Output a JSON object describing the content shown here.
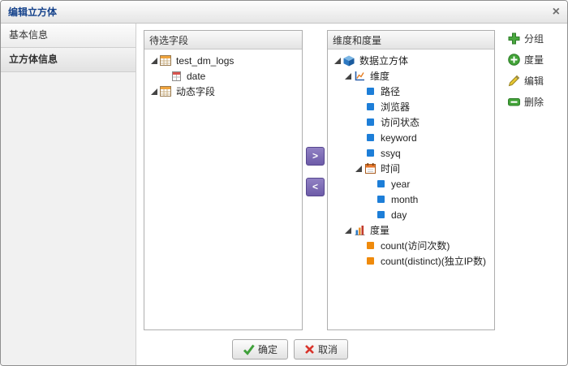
{
  "dialog": {
    "title": "编辑立方体",
    "close_label": "×"
  },
  "sidebar": {
    "tabs": [
      {
        "label": "基本信息",
        "active": false
      },
      {
        "label": "立方体信息",
        "active": true
      }
    ]
  },
  "fields_panel": {
    "title": "待选字段",
    "tree": [
      {
        "label": "test_dm_logs",
        "icon": "table-icon",
        "children": [
          {
            "label": "date",
            "icon": "date-field-icon"
          }
        ]
      },
      {
        "label": "动态字段",
        "icon": "table-icon",
        "children": []
      }
    ]
  },
  "transfer": {
    "move_right_label": ">",
    "move_left_label": "<"
  },
  "cube_panel": {
    "title": "维度和度量",
    "tree": [
      {
        "label": "数据立方体",
        "icon": "cube-icon",
        "children": [
          {
            "label": "维度",
            "icon": "dimension-icon",
            "children": [
              {
                "label": "路径",
                "icon": "dimension-item-icon"
              },
              {
                "label": "浏览器",
                "icon": "dimension-item-icon"
              },
              {
                "label": "访问状态",
                "icon": "dimension-item-icon"
              },
              {
                "label": "keyword",
                "icon": "dimension-item-icon"
              },
              {
                "label": "ssyq",
                "icon": "dimension-item-icon"
              },
              {
                "label": "时间",
                "icon": "time-icon",
                "children": [
                  {
                    "label": "year",
                    "icon": "dimension-item-icon"
                  },
                  {
                    "label": "month",
                    "icon": "dimension-item-icon"
                  },
                  {
                    "label": "day",
                    "icon": "dimension-item-icon"
                  }
                ]
              }
            ]
          },
          {
            "label": "度量",
            "icon": "measure-icon",
            "children": [
              {
                "label": "count(访问次数)",
                "icon": "measure-item-icon"
              },
              {
                "label": "count(distinct)(独立IP数)",
                "icon": "measure-item-icon"
              }
            ]
          }
        ]
      }
    ]
  },
  "actions": [
    {
      "label": "分组",
      "icon": "add-group-icon"
    },
    {
      "label": "度量",
      "icon": "add-measure-icon"
    },
    {
      "label": "编辑",
      "icon": "edit-icon"
    },
    {
      "label": "删除",
      "icon": "delete-icon"
    }
  ],
  "footer": {
    "ok_label": "确定",
    "cancel_label": "取消"
  },
  "colors": {
    "title_text": "#15428b",
    "dimension_item": "#1d7ed8",
    "measure_item": "#ef8a0c",
    "transfer_button": "#7a68ad",
    "ok_icon": "#3fa03a",
    "cancel_icon": "#d9342b"
  }
}
